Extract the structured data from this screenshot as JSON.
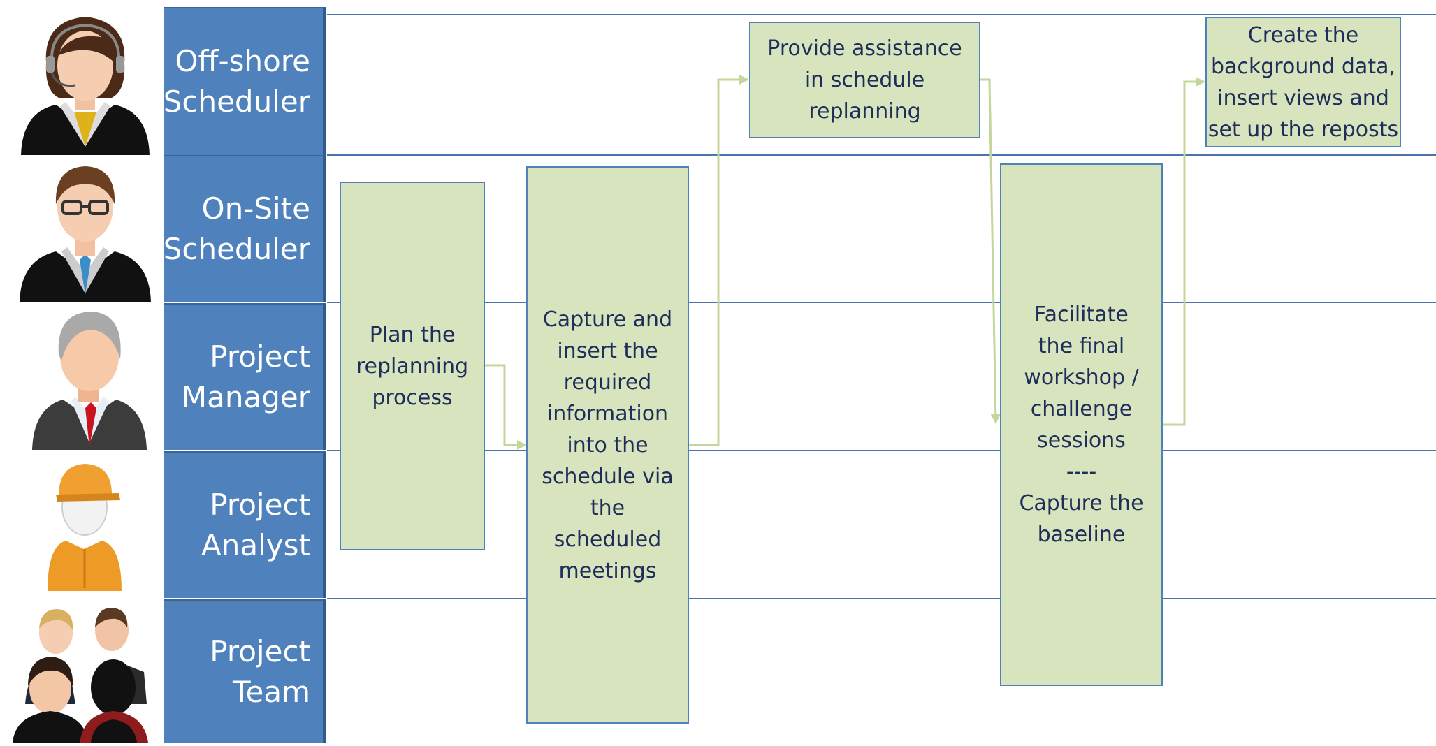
{
  "lanes": [
    {
      "line1": "Off-shore",
      "line2": "Scheduler",
      "avatar_icon": "female-headset-operator-icon"
    },
    {
      "line1": "On-Site",
      "line2": "Scheduler",
      "avatar_icon": "male-glasses-businessman-icon"
    },
    {
      "line1": "Project",
      "line2": "Manager",
      "avatar_icon": "senior-manager-icon"
    },
    {
      "line1": "Project",
      "line2": "Analyst",
      "avatar_icon": "worker-cap-icon"
    },
    {
      "line1": "Project",
      "line2": "Team",
      "avatar_icon": "team-group-icon"
    }
  ],
  "steps": [
    {
      "lines": [
        "Plan the",
        "replanning",
        "process"
      ]
    },
    {
      "lines": [
        "Capture and",
        "insert the",
        "required",
        "information",
        "into the",
        "schedule via",
        "the",
        "scheduled",
        "meetings"
      ]
    },
    {
      "lines": [
        "Provide assistance",
        "in schedule",
        "replanning"
      ]
    },
    {
      "lines": [
        "Facilitate",
        "the final",
        "workshop /",
        "challenge",
        "sessions",
        "----",
        "Capture the",
        "baseline"
      ]
    },
    {
      "lines": [
        "Create the",
        "background data,",
        "insert views and",
        "set up the reposts"
      ]
    }
  ],
  "colors": {
    "lane_label_bg": "#4f81bd",
    "lane_line": "#4a74ad",
    "step_fill": "#d7e4bd",
    "step_text": "#1f2d5a",
    "connector": "#c3d69b"
  }
}
